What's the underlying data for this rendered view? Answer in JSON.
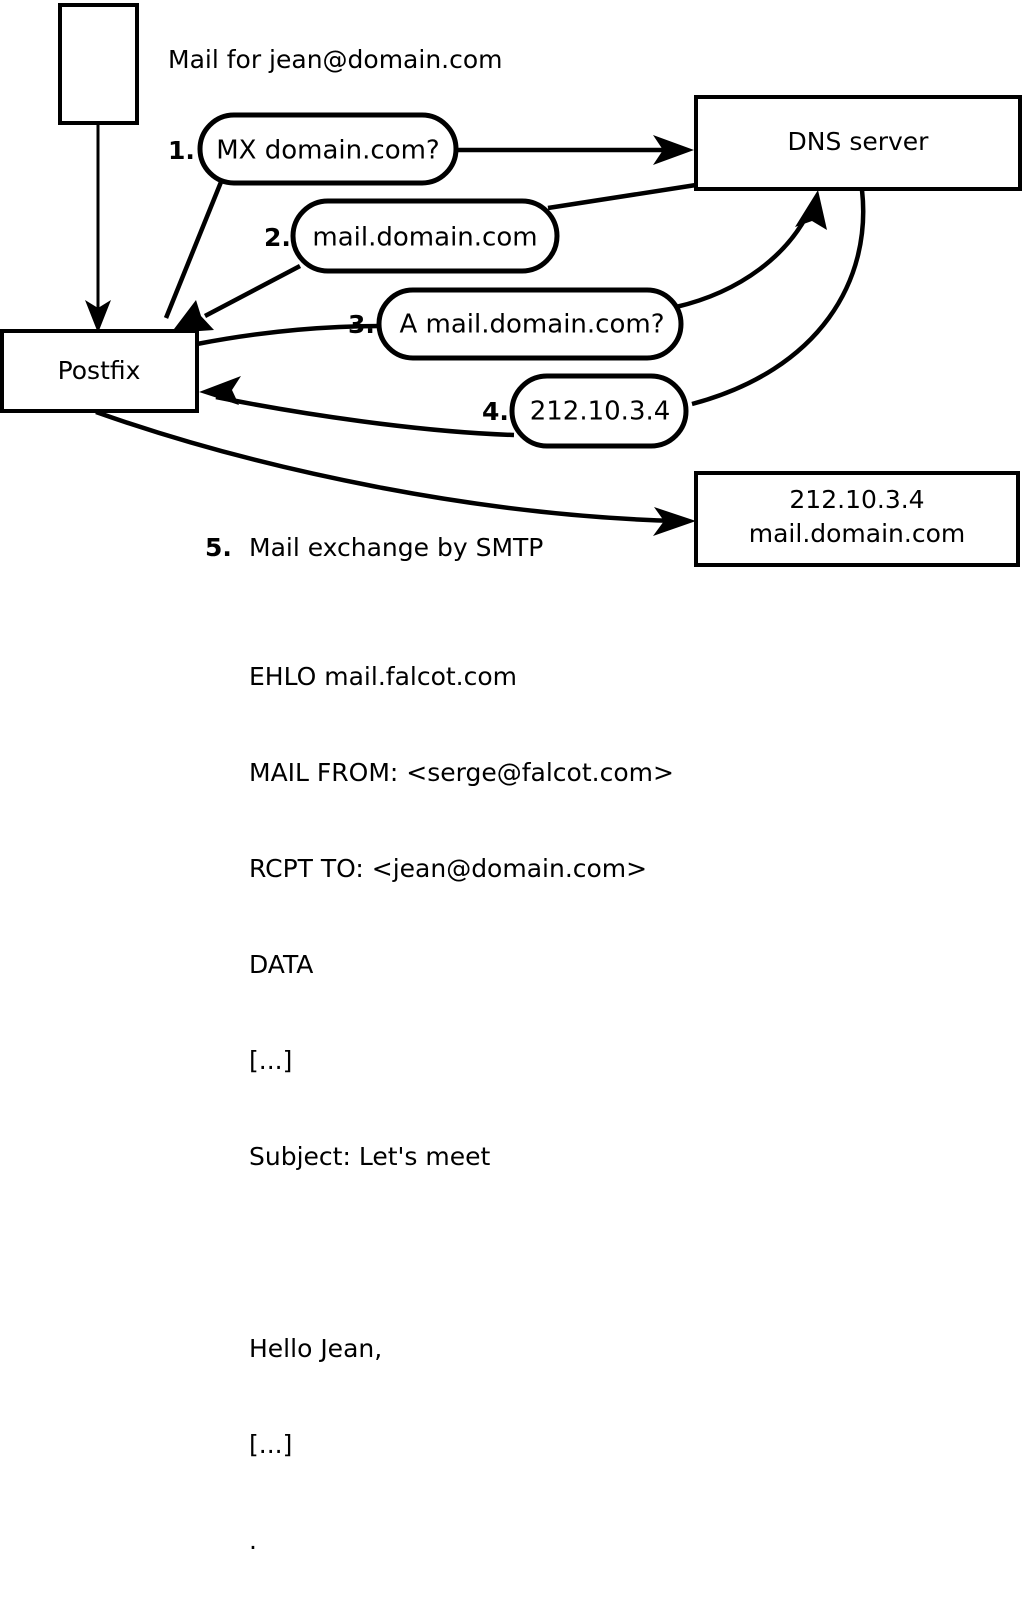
{
  "diagram": {
    "title_note": "Mail for jean@domain.com",
    "nodes": [
      {
        "id": "sender",
        "label": "",
        "type": "rect"
      },
      {
        "id": "postfix",
        "label": "Postfix",
        "type": "rect"
      },
      {
        "id": "dns",
        "label": "DNS server",
        "type": "rect"
      },
      {
        "id": "mailserver",
        "label_line1": "212.10.3.4",
        "label_line2": "mail.domain.com",
        "type": "rect"
      }
    ],
    "steps": [
      {
        "num": "1.",
        "label": "MX domain.com?"
      },
      {
        "num": "2.",
        "label": "mail.domain.com"
      },
      {
        "num": "3.",
        "label": "A mail.domain.com?"
      },
      {
        "num": "4.",
        "label": "212.10.3.4"
      },
      {
        "num": "5.",
        "label": "Mail exchange by SMTP"
      }
    ],
    "transcript": [
      "EHLO mail.falcot.com",
      "MAIL FROM: <serge@falcot.com>",
      "RCPT TO: <jean@domain.com>",
      "DATA",
      "[...]",
      "Subject: Let's meet",
      "",
      "Hello Jean,",
      "[...]",
      "."
    ]
  }
}
